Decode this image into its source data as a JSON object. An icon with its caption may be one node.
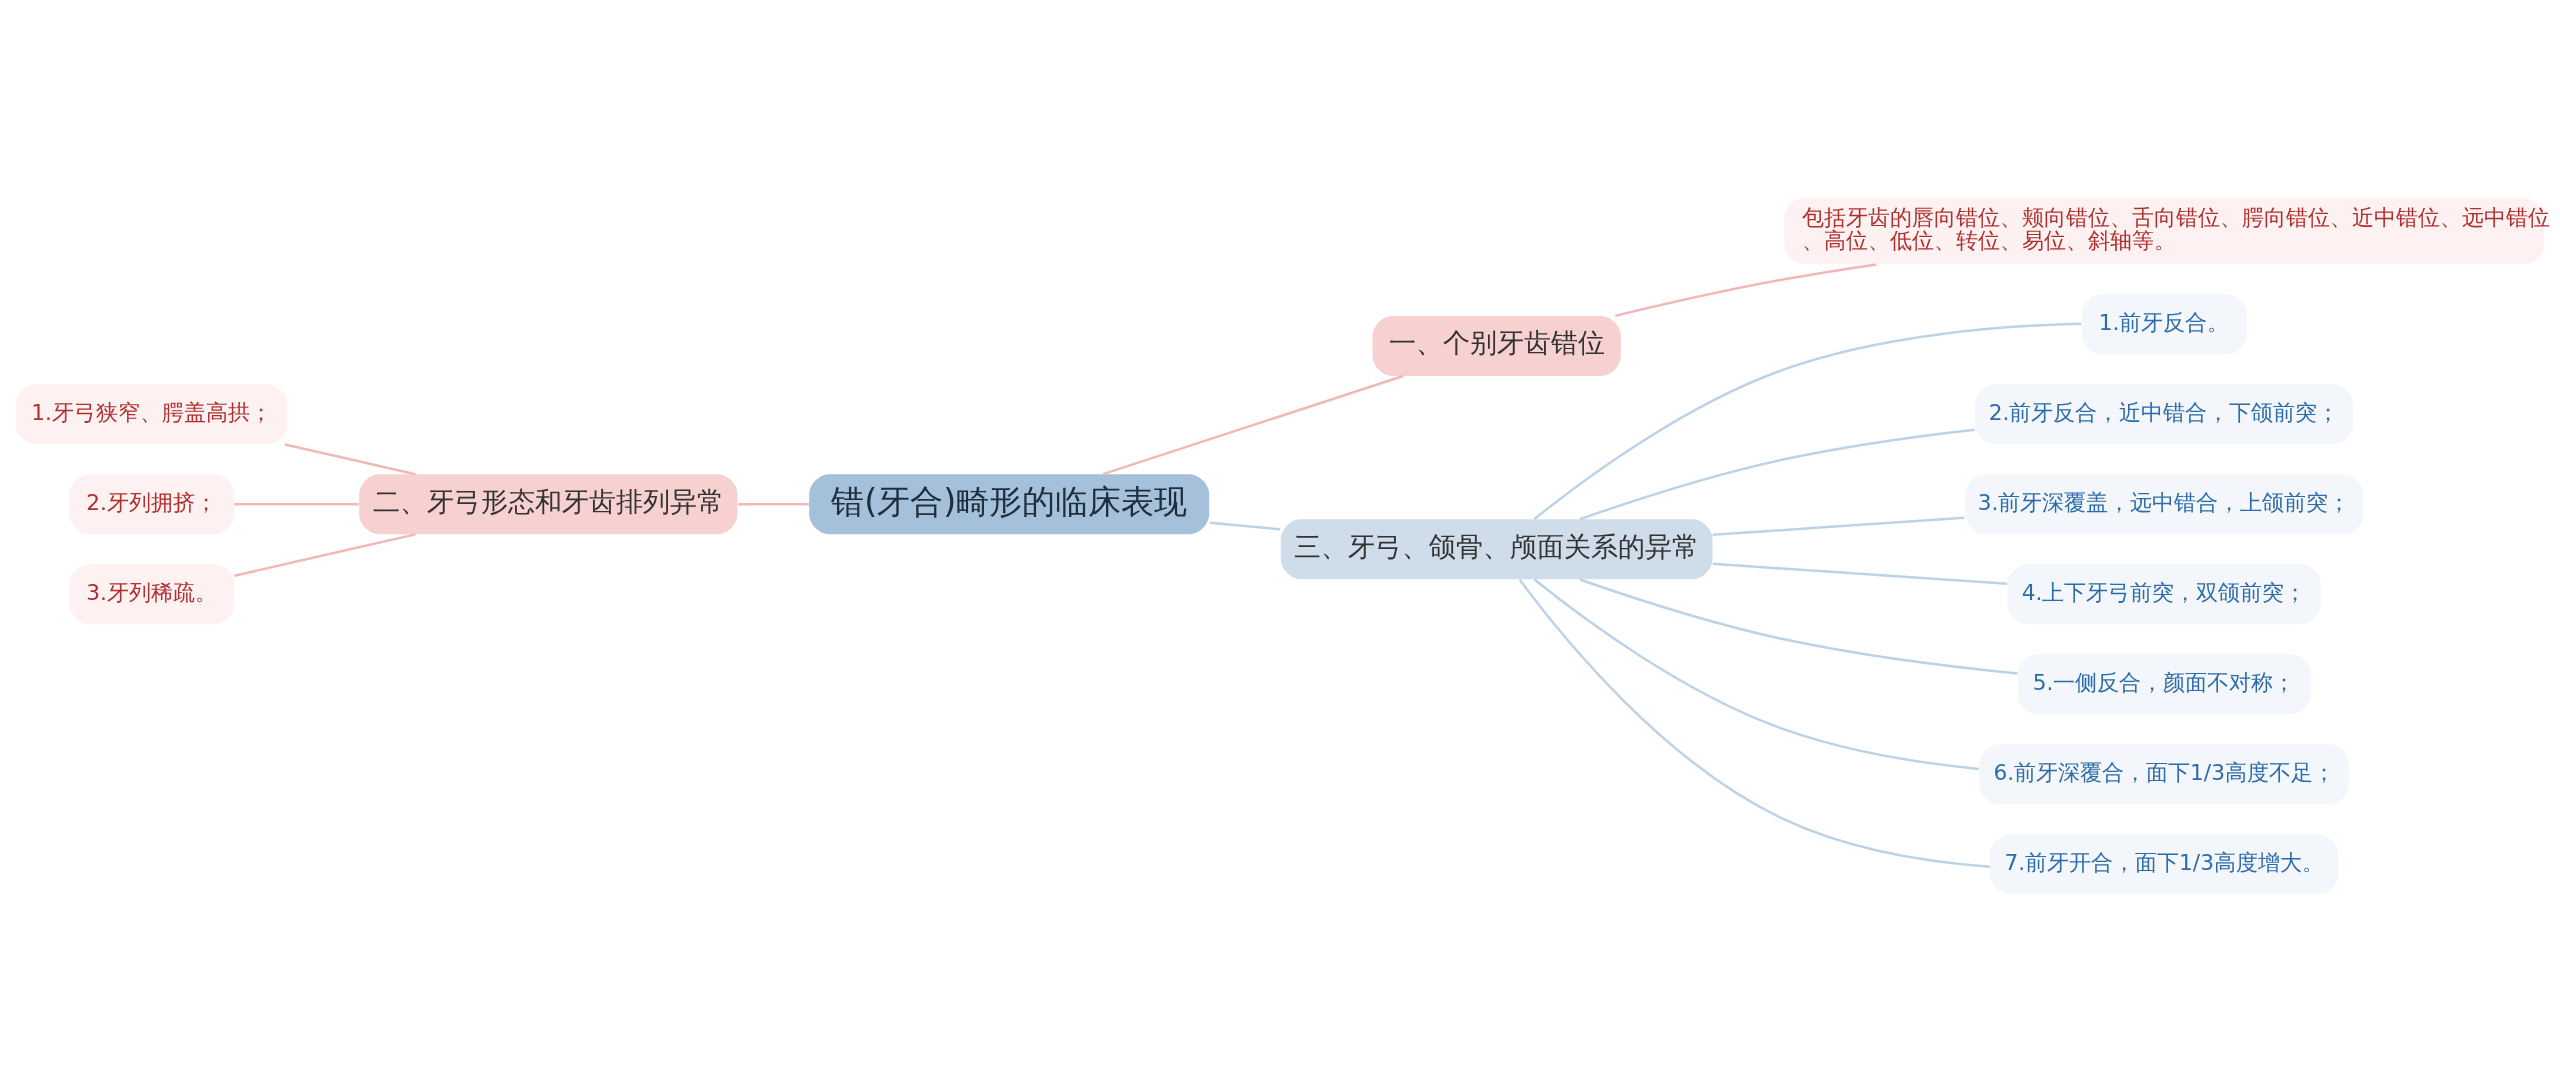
{
  "diagram": {
    "nodes": [
      {
        "text": [
          "错(牙合)畸形的临床表现"
        ]
      },
      {
        "text": [
          "一、个别牙齿错位"
        ]
      },
      {
        "text": [
          "包括牙齿的唇向错位、颊向错位、舌向错位、腭向错位、近中错位、远中错位、高位、低位、转位、易位、斜轴等。"
        ]
      },
      {
        "text": [
          "二、牙弓形态和牙齿排列异常"
        ]
      },
      {
        "text": [
          "1.牙弓狭窄、腭盖高拱；"
        ]
      },
      {
        "text": [
          "2.牙列拥挤；"
        ]
      },
      {
        "text": [
          "3.牙列稀疏。"
        ]
      },
      {
        "text": [
          "三、牙弓、颌骨、颅面关系的异常"
        ]
      },
      {
        "text": [
          "1.前牙反合。"
        ]
      },
      {
        "text": [
          "2.前牙反合，近中错合，下颌前突；"
        ]
      },
      {
        "text": [
          "3.前牙深覆盖，远中错合，上颌前突；"
        ]
      },
      {
        "text": [
          "4.上下牙弓前突，双颌前突；"
        ]
      },
      {
        "text": [
          "5.一侧反合，颜面不对称；"
        ]
      },
      {
        "text": [
          "6.前牙深覆合，面下1/3高度不足；"
        ]
      },
      {
        "text": [
          "7.前牙开合，面下1/3高度增大。"
        ]
      }
    ],
    "edges": [
      {
        "from": 0,
        "to": 1,
        "arrow": "none",
        "color": "#f2b8b8"
      },
      {
        "from": 1,
        "to": 2,
        "arrow": "none",
        "color": "#f2b8b8"
      },
      {
        "from": 0,
        "to": 3,
        "arrow": "none",
        "color": "#f2b8b8"
      },
      {
        "from": 3,
        "to": 4,
        "arrow": "none",
        "color": "#f2b8b8"
      },
      {
        "from": 3,
        "to": 5,
        "arrow": "none",
        "color": "#f2b8b8"
      },
      {
        "from": 3,
        "to": 6,
        "arrow": "none",
        "color": "#f2b8b8"
      },
      {
        "from": 0,
        "to": 7,
        "arrow": "none",
        "color": "#bcd3e6"
      },
      {
        "from": 7,
        "to": 8,
        "arrow": "none",
        "color": "#bcd3e6"
      },
      {
        "from": 7,
        "to": 9,
        "arrow": "none",
        "color": "#bcd3e6"
      },
      {
        "from": 7,
        "to": 10,
        "arrow": "none",
        "color": "#bcd3e6"
      },
      {
        "from": 7,
        "to": 11,
        "arrow": "none",
        "color": "#bcd3e6"
      },
      {
        "from": 7,
        "to": 12,
        "arrow": "none",
        "color": "#bcd3e6"
      },
      {
        "from": 7,
        "to": 13,
        "arrow": "none",
        "color": "#bcd3e6"
      },
      {
        "from": 7,
        "to": 14,
        "arrow": "none",
        "color": "#bcd3e6"
      }
    ]
  }
}
